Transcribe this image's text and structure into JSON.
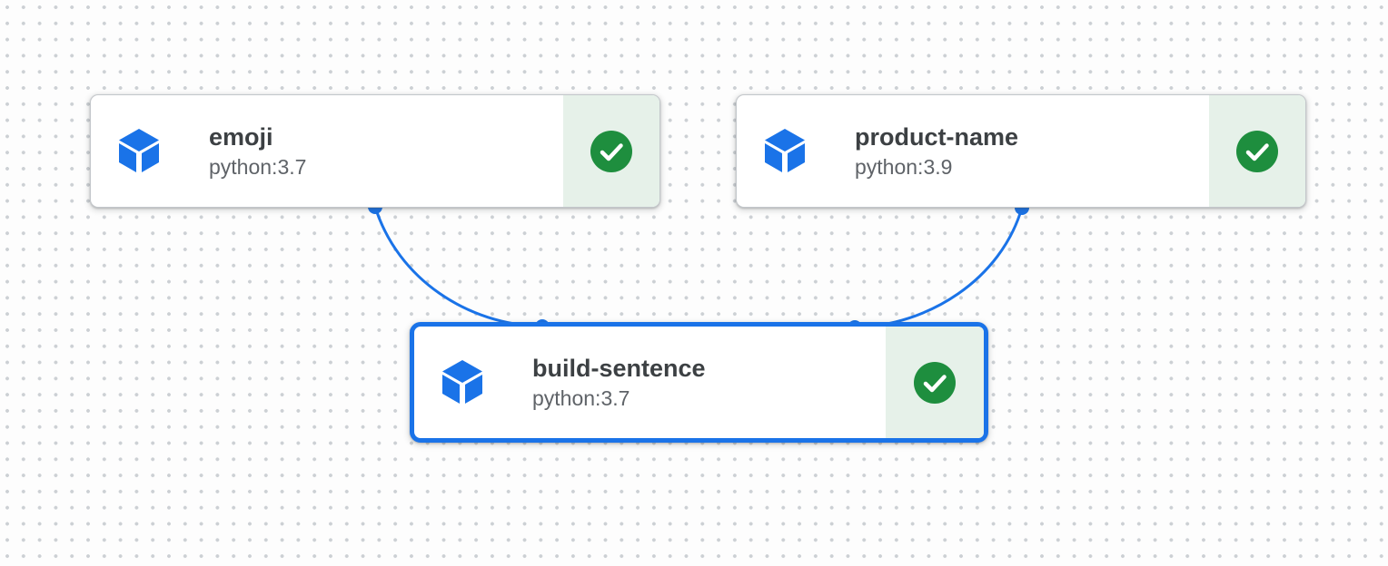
{
  "app": {
    "view": "pipeline-dag-canvas",
    "accent_blue": "#1a73e8",
    "success_green": "#1e8e3e",
    "success_panel_bg": "#e6f1e9",
    "grid_dot_color": "#ccd0d4"
  },
  "nodes": [
    {
      "id": "emoji",
      "title": "emoji",
      "subtitle": "python:3.7",
      "status": "succeeded",
      "selected": false,
      "type_icon": "cube-package",
      "status_icon": "check-circle"
    },
    {
      "id": "product-name",
      "title": "product-name",
      "subtitle": "python:3.9",
      "status": "succeeded",
      "selected": false,
      "type_icon": "cube-package",
      "status_icon": "check-circle"
    },
    {
      "id": "build-sentence",
      "title": "build-sentence",
      "subtitle": "python:3.7",
      "status": "succeeded",
      "selected": true,
      "type_icon": "cube-package",
      "status_icon": "check-circle"
    }
  ],
  "edges": [
    {
      "from": "emoji",
      "to": "build-sentence"
    },
    {
      "from": "product-name",
      "to": "build-sentence"
    }
  ]
}
